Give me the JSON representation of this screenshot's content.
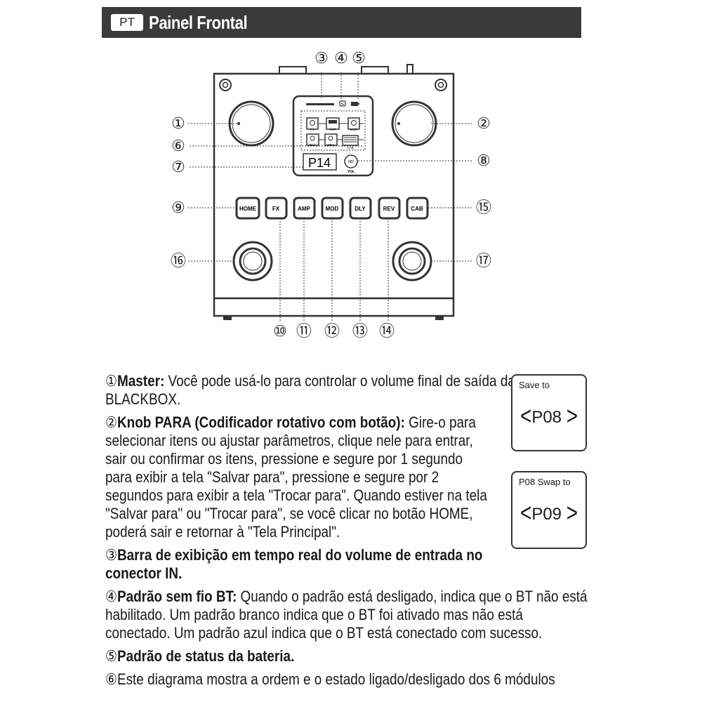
{
  "header": {
    "badge": "PT",
    "title": "Painel Frontal"
  },
  "callouts": [
    "①",
    "②",
    "③",
    "④",
    "⑤",
    "⑥",
    "⑦",
    "⑧",
    "⑨",
    "⑩",
    "⑪",
    "⑫",
    "⑬",
    "⑭",
    "⑮",
    "⑯",
    "⑰"
  ],
  "screen": {
    "preset": "P14",
    "knob_label": "VOL",
    "knob_value": "082",
    "modules": [
      "FX",
      "AMP",
      "MOD",
      "DLY",
      "REV",
      "CAB"
    ]
  },
  "buttons": [
    "HOME",
    "FX",
    "AMP",
    "MOD",
    "DLY",
    "REV",
    "CAB"
  ],
  "descriptions": [
    {
      "num": "①",
      "title": "Master:",
      "text": " Você pode usá-lo para controlar o volume final de saída da BLACKBOX."
    },
    {
      "num": "②",
      "title": "Knob PARA (Codificador rotativo com botão):",
      "text": " Gire-o para selecionar itens ou ajustar parâmetros, clique nele para entrar, sair ou confirmar os itens, pressione e segure por 1 segundo para exibir a tela \"Salvar para\", pressione e segure por 2 segundos para exibir a tela \"Trocar para\". Quando estiver na tela \"Salvar para\" ou \"Trocar para\", se você clicar no botão HOME, poderá sair e retornar à \"Tela Principal\"."
    },
    {
      "num": "③",
      "title": "Barra de exibição em tempo real do volume de entrada no conector IN.",
      "text": ""
    },
    {
      "num": "④",
      "title": "Padrão sem fio BT:",
      "text": " Quando o padrão está desligado, indica que o BT não está habilitado. Um padrão branco indica que o BT foi ativado mas não está conectado. Um padrão azul indica que o BT está conectado com sucesso."
    },
    {
      "num": "⑤",
      "title": "Padrão de status da bateria.",
      "text": ""
    },
    {
      "num": "⑥",
      "title": "",
      "text": "Este diagrama mostra a ordem e o estado ligado/desligado dos 6 módulos"
    }
  ],
  "mini_screens": [
    {
      "caption": "Save to",
      "left": "<",
      "value": "P08",
      "right": ">"
    },
    {
      "caption": "P08 Swap to",
      "left": "<",
      "value": "P09",
      "right": ">"
    }
  ]
}
